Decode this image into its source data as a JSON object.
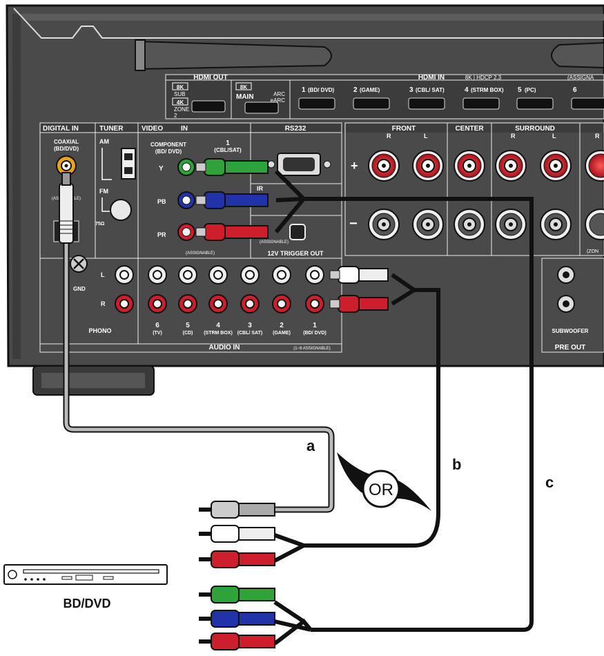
{
  "device_panel": {
    "hdmi_out": {
      "title": "HDMI OUT",
      "sub_badge": "8K",
      "sub_label": "SUB",
      "zone_badge": "4K",
      "zone_label": "ZONE",
      "zone_num": "2",
      "main_badge": "8K",
      "main_label": "MAIN",
      "arc_label": "ARC",
      "earc_label": "eARC"
    },
    "hdmi_in": {
      "title": "HDMI IN",
      "spec_badge": "8K | HDCP 2.3",
      "assign_label": "(ASSIGNA",
      "ports": [
        {
          "num": "1",
          "name": "(BD/ DVD)"
        },
        {
          "num": "2",
          "name": "(GAME)"
        },
        {
          "num": "3",
          "name": "(CBL/ SAT)"
        },
        {
          "num": "4",
          "name": "(STRM BOX)"
        },
        {
          "num": "5",
          "name": "(PC)"
        },
        {
          "num": "6",
          "name": ""
        }
      ]
    },
    "digital_in": {
      "title": "DIGITAL IN",
      "coaxial": "COAXIAL",
      "coaxial_sub": "(BD/DVD)",
      "assign_note": "(ASSIGNABLE)",
      "optical": "O     L"
    },
    "tuner": {
      "title": "TUNER",
      "am": "AM",
      "fm": "FM",
      "ohm": "75Ω"
    },
    "video_in": {
      "title": "VIDEO",
      "title2": "IN",
      "component": "COMPONENT",
      "component_sub": "(BD/ DVD)",
      "input_num": "1",
      "input_name": "(CBL/SAT)",
      "y": "Y",
      "pb": "PB",
      "pr": "PR",
      "assignable": "(ASSIGNABLE)"
    },
    "rs232": {
      "title": "RS232"
    },
    "ir": {
      "title": "IR"
    },
    "trigger": {
      "assign": "(ASSIGNABLE)",
      "title": "12V TRIGGER OUT"
    },
    "speakers": {
      "front": "FRONT",
      "center": "CENTER",
      "surround": "SURROUND",
      "r": "R",
      "l": "L",
      "plus": "+",
      "minus": "−",
      "zone_note": "(ZON"
    },
    "audio_in": {
      "title": "AUDIO IN",
      "assign_note": "(1~6 ASSIGNABLE)",
      "phono": "PHONO",
      "gnd": "GND",
      "l": "L",
      "r": "R",
      "inputs": [
        {
          "num": "6",
          "name": "(TV)"
        },
        {
          "num": "5",
          "name": "(CD)"
        },
        {
          "num": "4",
          "name": "(STRM BOX)"
        },
        {
          "num": "3",
          "name": "(CBL/ SAT)"
        },
        {
          "num": "2",
          "name": "(GAME)"
        },
        {
          "num": "1",
          "name": "(BD/ DVD)"
        }
      ]
    },
    "pre_out": {
      "title": "PRE OUT",
      "subwoofer": "SUBWOOFER"
    }
  },
  "cables": {
    "a": "a",
    "b": "b",
    "c": "c",
    "or_label": "OR"
  },
  "source_device": {
    "label": "BD/DVD"
  },
  "colors": {
    "panel": "#4a4a4a",
    "panel_dark": "#1e1e1e",
    "jack_green": "#2fa33a",
    "jack_blue": "#2233aa",
    "jack_red": "#cc1f2b",
    "jack_orange": "#e8a21c",
    "plug_white": "#f2f2f2",
    "plug_grey": "#bdbdbd",
    "cable_black": "#111111"
  }
}
